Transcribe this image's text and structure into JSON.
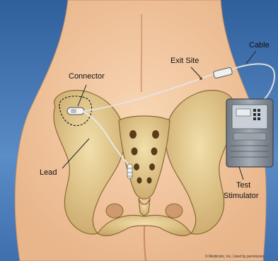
{
  "labels": {
    "connector": "Connector",
    "exit_site": "Exit Site",
    "cable": "Cable",
    "lead": "Lead",
    "test_stimulator_line1": "Test",
    "test_stimulator_line2": "Stimulator"
  },
  "credit": "© Medtronic, Inc. Used by permission.",
  "colors": {
    "background": "#4d7dbd",
    "skin": "#f2c79f",
    "bone": "#e7cf97",
    "bone_shadow": "#b89252",
    "cable": "#d6d6d6",
    "device": "#8b939c"
  },
  "icons": [
    "pelvis-illustration",
    "test-stimulator-device",
    "lead-connector",
    "cable-coupler"
  ]
}
